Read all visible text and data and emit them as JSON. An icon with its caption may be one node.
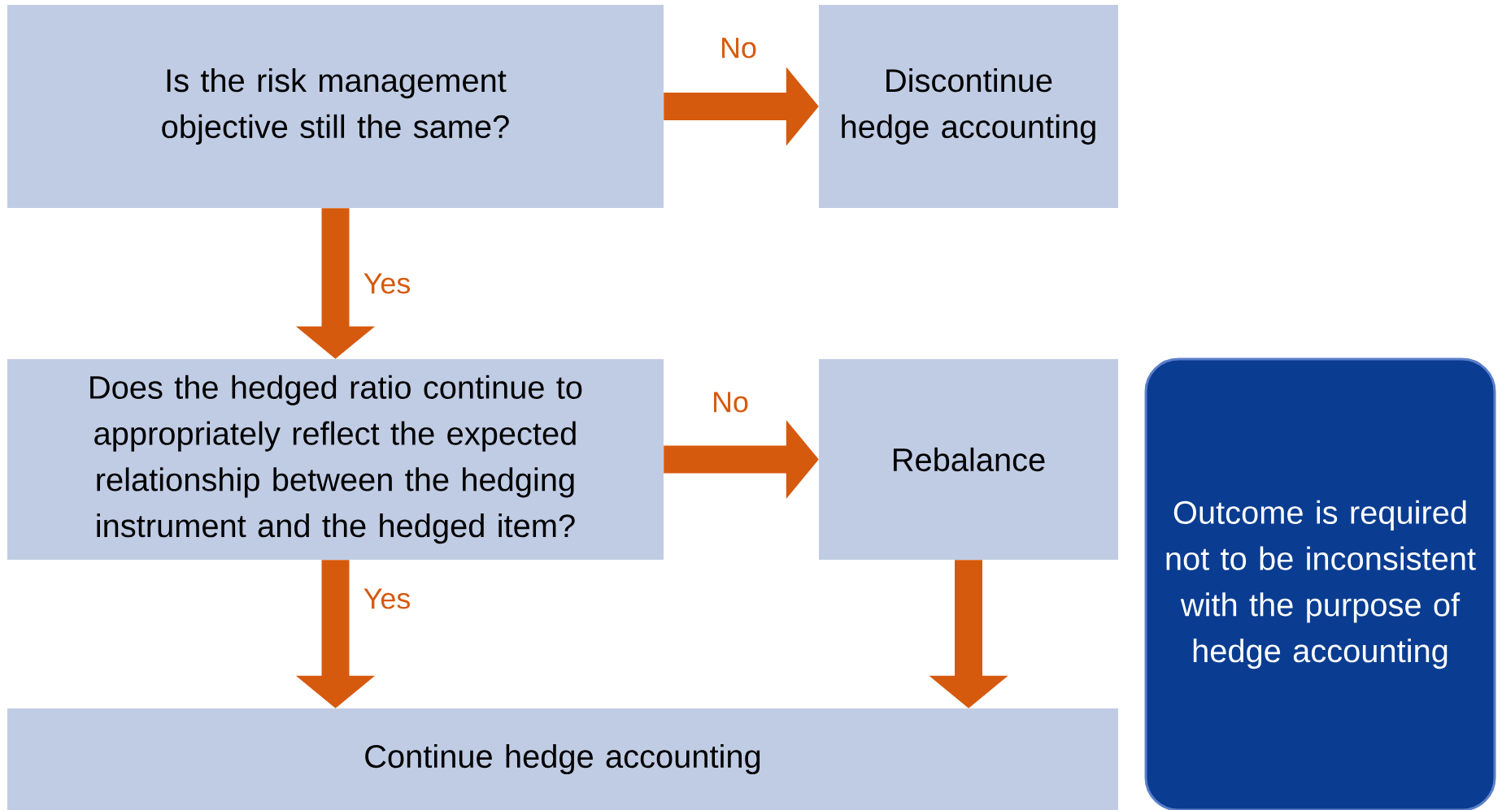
{
  "diagram": {
    "nodes": [
      {
        "text": [
          "Is the risk management objective still the same?"
        ]
      },
      {
        "text": [
          "Discontinue hedge accounting"
        ]
      },
      {
        "text": [
          "Does the hedged ratio continue to appropriately reflect the expected relationship between the hedging instrument and the hedged item?"
        ]
      },
      {
        "text": [
          "Rebalance"
        ]
      },
      {
        "text": [
          "Continue hedge accounting"
        ]
      },
      {
        "text": [
          "Outcome is required not to be inconsistent with the purpose of hedge accounting"
        ]
      }
    ],
    "edges": [
      {
        "from": 0,
        "to": 1,
        "arrow": "to",
        "label": "No"
      },
      {
        "from": 0,
        "to": 2,
        "arrow": "to",
        "label": "Yes"
      },
      {
        "from": 2,
        "to": 3,
        "arrow": "to",
        "label": "No"
      },
      {
        "from": 2,
        "to": 4,
        "arrow": "to",
        "label": "Yes"
      },
      {
        "from": 3,
        "to": 4,
        "arrow": "to"
      }
    ]
  }
}
